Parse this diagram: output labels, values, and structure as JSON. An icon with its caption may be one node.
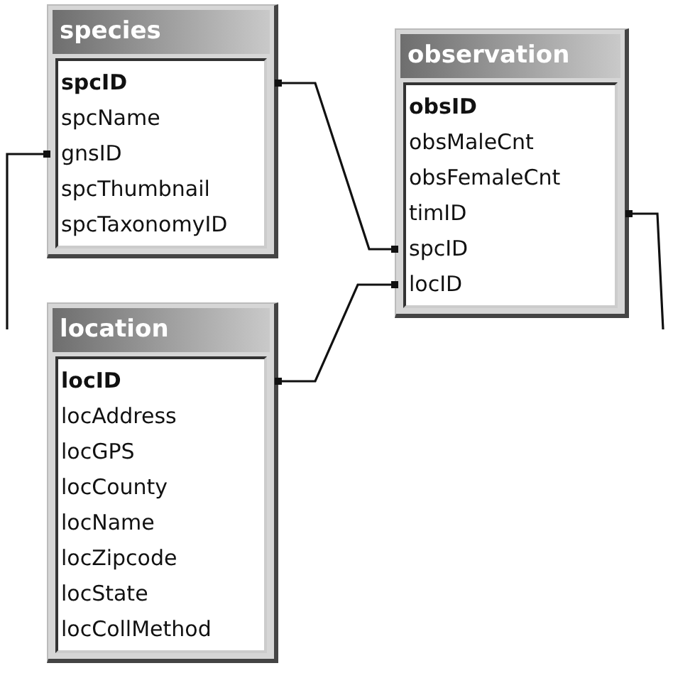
{
  "diagram": {
    "nodes": [
      {
        "text": [
          "species"
        ]
      },
      {
        "text": [
          "spcID"
        ],
        "in": 0
      },
      {
        "text": [
          "spcName"
        ],
        "in": 0
      },
      {
        "text": [
          "gnsID"
        ],
        "in": 0
      },
      {
        "text": [
          "spcThumbnail"
        ],
        "in": 0
      },
      {
        "text": [
          "spcTaxonomyID"
        ],
        "in": 0
      },
      {
        "text": [
          "observation"
        ]
      },
      {
        "text": [
          "obsID"
        ],
        "in": 6
      },
      {
        "text": [
          "obsMaleCnt"
        ],
        "in": 6
      },
      {
        "text": [
          "obsFemaleCnt"
        ],
        "in": 6
      },
      {
        "text": [
          "timID"
        ],
        "in": 6
      },
      {
        "text": [
          "spcID"
        ],
        "in": 6
      },
      {
        "text": [
          "locID"
        ],
        "in": 6
      },
      {
        "text": [
          "location"
        ]
      },
      {
        "text": [
          "locID"
        ],
        "in": 13
      },
      {
        "text": [
          "locAddress"
        ],
        "in": 13
      },
      {
        "text": [
          "locGPS"
        ],
        "in": 13
      },
      {
        "text": [
          "locCounty"
        ],
        "in": 13
      },
      {
        "text": [
          "locName"
        ],
        "in": 13
      },
      {
        "text": [
          "locZipcode"
        ],
        "in": 13
      },
      {
        "text": [
          "locState"
        ],
        "in": 13
      },
      {
        "text": [
          "locCollMethod"
        ],
        "in": 13
      }
    ],
    "edges": [
      {
        "from": 0,
        "to": 6,
        "arrow": "other"
      },
      {
        "from": 13,
        "to": 6,
        "arrow": "other"
      },
      {
        "from": 0,
        "to": null,
        "arrow": "other"
      },
      {
        "from": 6,
        "to": null,
        "arrow": "other"
      }
    ]
  }
}
